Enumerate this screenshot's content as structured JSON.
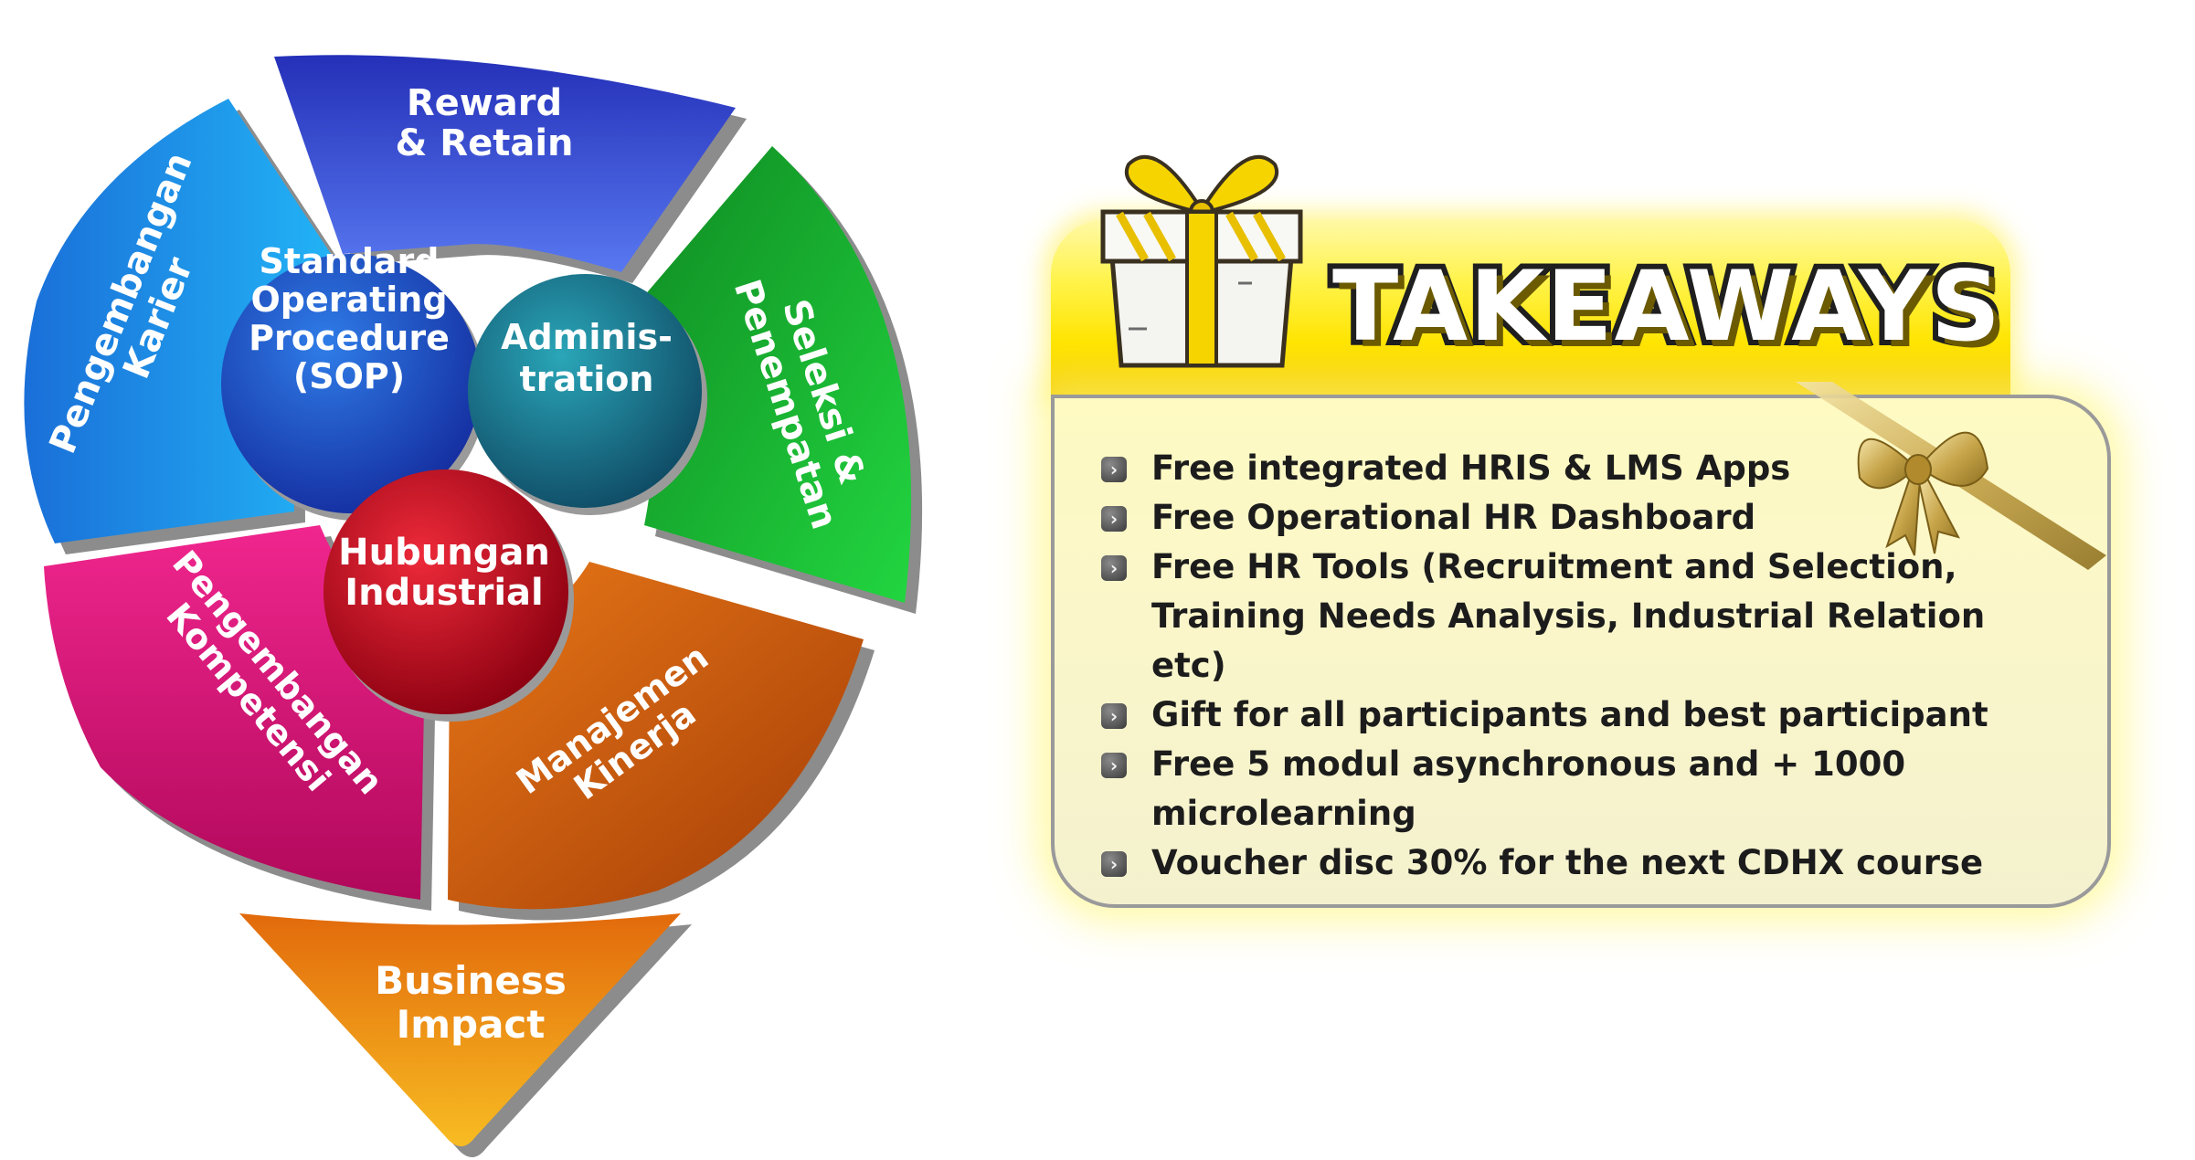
{
  "diagram": {
    "segments": {
      "reward": "Reward\n& Retain",
      "seleksi": "Seleksi &\nPenempatan",
      "manajemen": "Manajemen\nKinerja",
      "kompetensi": "Pengembangan\nKompetensi",
      "karier": "Pengembangan\nKarier",
      "business": "Business\nImpact"
    },
    "circles": {
      "sop": "Standard\nOperating\nProcedure\n(SOP)",
      "admin": "Adminis-\ntration",
      "hubungan": "Hubungan\nIndustrial"
    },
    "colors": {
      "reward": "#3d4fe0",
      "seleksi": "#14b62e",
      "manajemen": "#c8560c",
      "kompetensi": "#d8167a",
      "karier": "#1a90e8",
      "business": "#f08e12",
      "sop": "#1a3db8",
      "admin": "#1c6f86",
      "hubungan": "#c4001a"
    }
  },
  "takeaways": {
    "title": "TAKEAWAYS",
    "icons": {
      "gift": "gift-box-icon",
      "bow": "ribbon-bow-icon",
      "bullet": "arrow-bullet-icon"
    },
    "items": [
      "Free integrated HRIS & LMS Apps",
      "Free Operational HR Dashboard",
      "Free HR Tools (Recruitment and Selection, Training Needs Analysis, Industrial Relation etc)",
      "Gift for all participants and best participant",
      "Free 5 modul asynchronous and + 1000 microlearning",
      "Voucher disc 30% for the next CDHX course"
    ]
  }
}
